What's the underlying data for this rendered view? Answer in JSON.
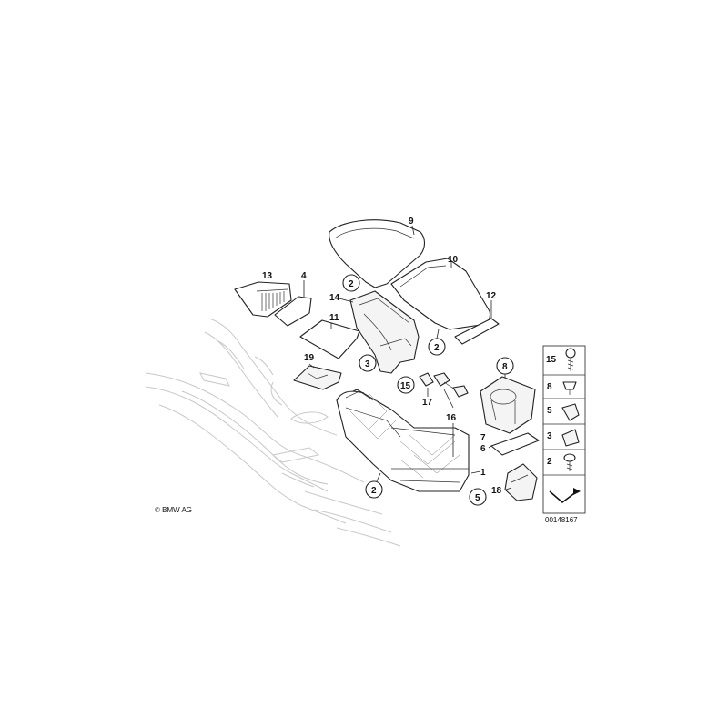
{
  "copyright": "© BMW AG",
  "diagram_id": "00148167",
  "labels": {
    "p9": "9",
    "p10": "10",
    "p12": "12",
    "p13": "13",
    "p4": "4",
    "p14": "14",
    "p11": "11",
    "p19": "19",
    "p3": "3",
    "p15": "15",
    "p17": "17",
    "p16": "16",
    "p2a": "2",
    "p2b": "2",
    "p2c": "2",
    "p8": "8",
    "p7": "7",
    "p6": "6",
    "p1": "1",
    "p18": "18",
    "p5": "5"
  },
  "legend": [
    "15",
    "8",
    "5",
    "3",
    "2"
  ]
}
